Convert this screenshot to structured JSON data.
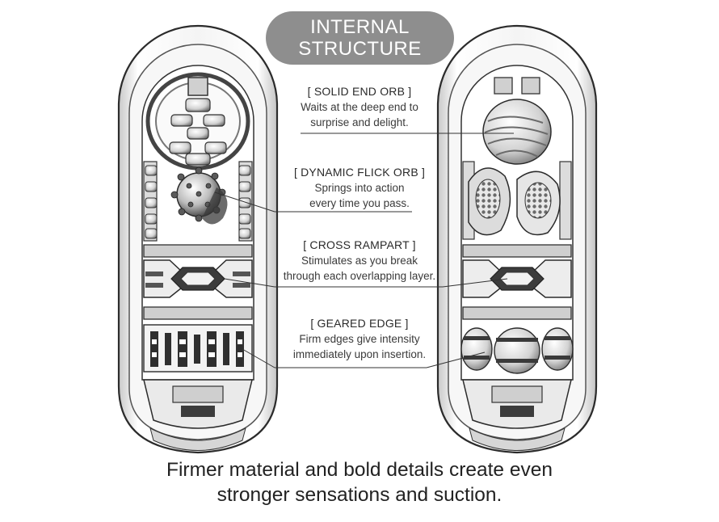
{
  "title": {
    "line1": "INTERNAL",
    "line2": "STRUCTURE"
  },
  "callouts": [
    {
      "heading": "[ SOLID END ORB ]",
      "line1": "Waits at the deep end to",
      "line2": "surprise and delight."
    },
    {
      "heading": "[ DYNAMIC FLICK ORB ]",
      "line1": "Springs into action",
      "line2": "every time you pass."
    },
    {
      "heading": "[ CROSS RAMPART ]",
      "line1": "Stimulates as you break",
      "line2": "through each overlapping layer."
    },
    {
      "heading": "[ GEARED EDGE ]",
      "line1": "Firm edges give intensity",
      "line2": "immediately upon insertion."
    }
  ],
  "tagline": {
    "line1": "Firmer material and bold details create even",
    "line2": "stronger sensations and suction."
  },
  "colors": {
    "title_pill": "#8e8e8e",
    "outline": "#2b2b2b",
    "shade_dark": "#4a4a4a",
    "shade_mid": "#9a9a9a",
    "shade_light": "#e4e4e4"
  }
}
